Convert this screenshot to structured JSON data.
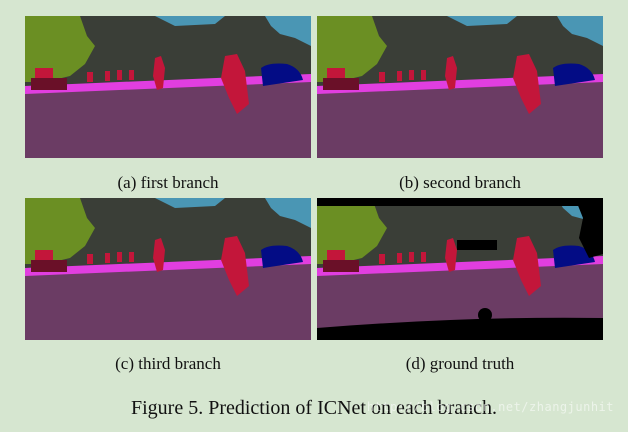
{
  "panels": [
    {
      "caption": "(a) first branch"
    },
    {
      "caption": "(b) second branch"
    },
    {
      "caption": "(c) third branch"
    },
    {
      "caption": "(d) ground truth"
    }
  ],
  "figure_caption": "Figure 5. Prediction of ICNet on each branch.",
  "watermark": "http://blog.csdn.net/zhangjunhit",
  "colors": {
    "sky_building": "#3a3e37",
    "road": "#6b3c64",
    "sidewalk": "#e13ee0",
    "person": "#c3163a",
    "car": "#030c85",
    "vegetation": "#6b8f23",
    "sky": "#4a96b4",
    "unlabeled": "#000000"
  }
}
